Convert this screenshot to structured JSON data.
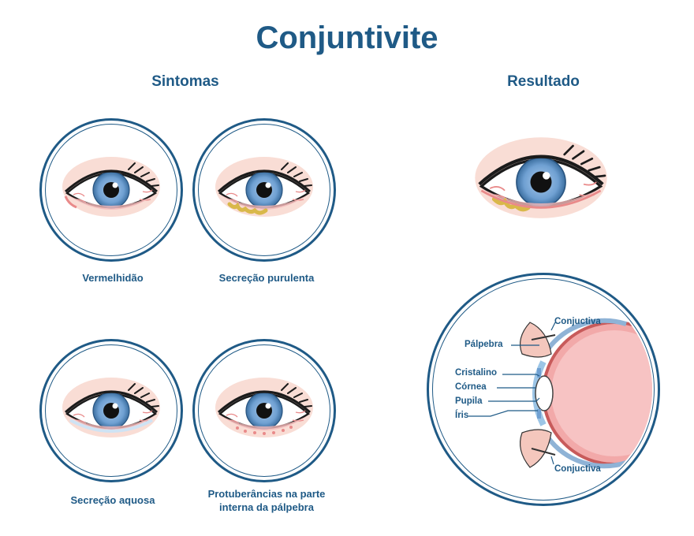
{
  "title": "Conjuntivite",
  "symptoms": {
    "heading": "Sintomas",
    "items": [
      {
        "label": "Vermelhidão"
      },
      {
        "label": "Secreção purulenta"
      },
      {
        "label": "Secreção aquosa"
      },
      {
        "label_line1": "Protuberâncias na parte",
        "label_line2": "interna da pálpebra"
      }
    ]
  },
  "result": {
    "heading": "Resultado"
  },
  "anatomy": {
    "conjunctiva_top": "Conjuctiva",
    "eyelid": "Pálpebra",
    "lens": "Cristalino",
    "cornea": "Córnea",
    "pupil": "Pupila",
    "iris": "Íris",
    "conjunctiva_bottom": "Conjuctiva"
  },
  "colors": {
    "primary": "#1f5a86",
    "iris": "#6fa0d2",
    "redness": "#e98a8a",
    "pus": "#d9b84a"
  }
}
